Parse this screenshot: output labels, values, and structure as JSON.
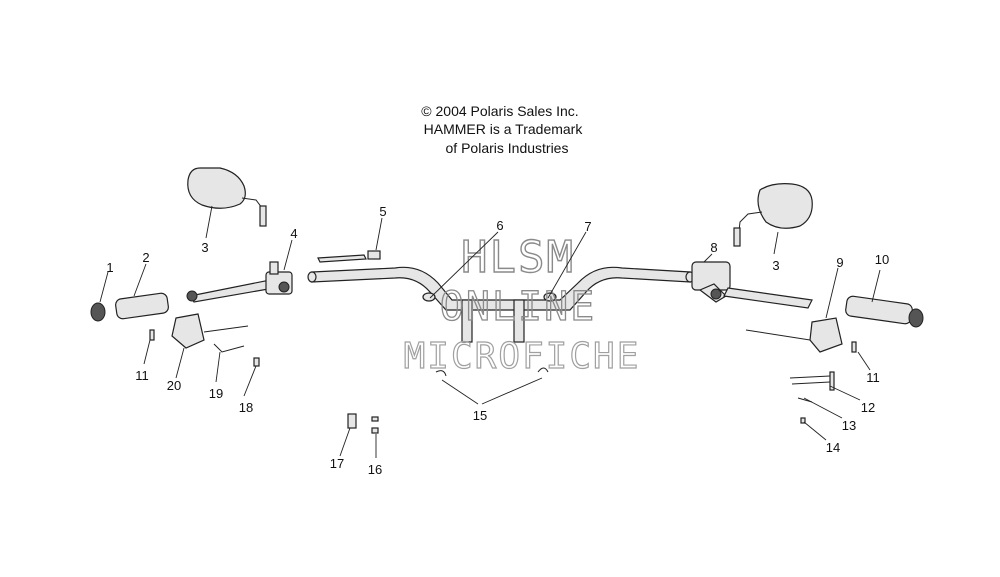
{
  "copyright": {
    "line1": "© 2004 Polaris Sales Inc.",
    "line2": "HAMMER is a Trademark",
    "line3": "of Polaris Industries"
  },
  "watermark": {
    "line1": "HLSM",
    "line2": "ONLINE",
    "line3": "MICROFICHE"
  },
  "callouts": {
    "c1": "1",
    "c2": "2",
    "c3a": "3",
    "c3b": "3",
    "c4": "4",
    "c5": "5",
    "c6": "6",
    "c7": "7",
    "c8": "8",
    "c9": "9",
    "c10": "10",
    "c11a": "11",
    "c11b": "11",
    "c12": "12",
    "c13": "13",
    "c14": "14",
    "c15": "15",
    "c16": "16",
    "c17": "17",
    "c18": "18",
    "c19": "19",
    "c20": "20"
  }
}
